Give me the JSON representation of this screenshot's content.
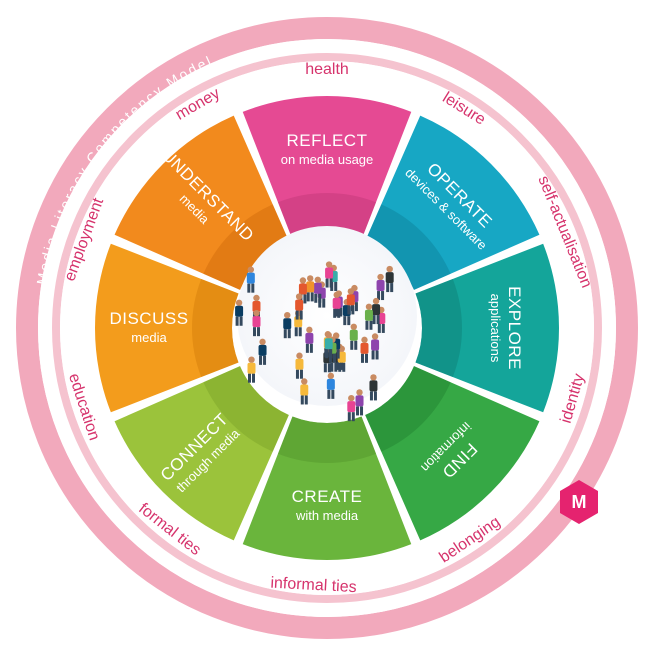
{
  "model_title": "Media Literacy Competency Model",
  "logo_glyph": "M",
  "colors": {
    "outer_ring": "#f2a9bc",
    "band": "#ffffff",
    "inner_ring": "#f5c3cf",
    "ring_text": "#d6336c",
    "logo": "#e5236f"
  },
  "segments": [
    {
      "title": "REFLECT",
      "subtitle": "on media usage",
      "color": "#e54a93",
      "dark": "#c73a7c"
    },
    {
      "title": "OPERATE",
      "subtitle": "devices & software",
      "color": "#17a7c4",
      "dark": "#0e87a1"
    },
    {
      "title": "EXPLORE",
      "subtitle": "applications",
      "color": "#14a59a",
      "dark": "#0e857c"
    },
    {
      "title": "FIND",
      "subtitle": "information",
      "color": "#36a845",
      "dark": "#258733"
    },
    {
      "title": "CREATE",
      "subtitle": "with media",
      "color": "#6ab53c",
      "dark": "#55992e"
    },
    {
      "title": "CONNECT",
      "subtitle": "through media",
      "color": "#9bc33b",
      "dark": "#7fa72b"
    },
    {
      "title": "DISCUSS",
      "subtitle": "media",
      "color": "#f39c1c",
      "dark": "#d7820c"
    },
    {
      "title": "UNDERSTAND",
      "subtitle": "media",
      "color": "#f28a1d",
      "dark": "#d56f0c"
    }
  ],
  "ring_words": [
    "health",
    "leisure",
    "self-actualisation",
    "identity",
    "belonging",
    "informal ties",
    "formal ties",
    "education",
    "employment",
    "money"
  ],
  "icons": {
    "people": "people-crowd-icon",
    "logo": "media-literacy-logo-icon"
  }
}
